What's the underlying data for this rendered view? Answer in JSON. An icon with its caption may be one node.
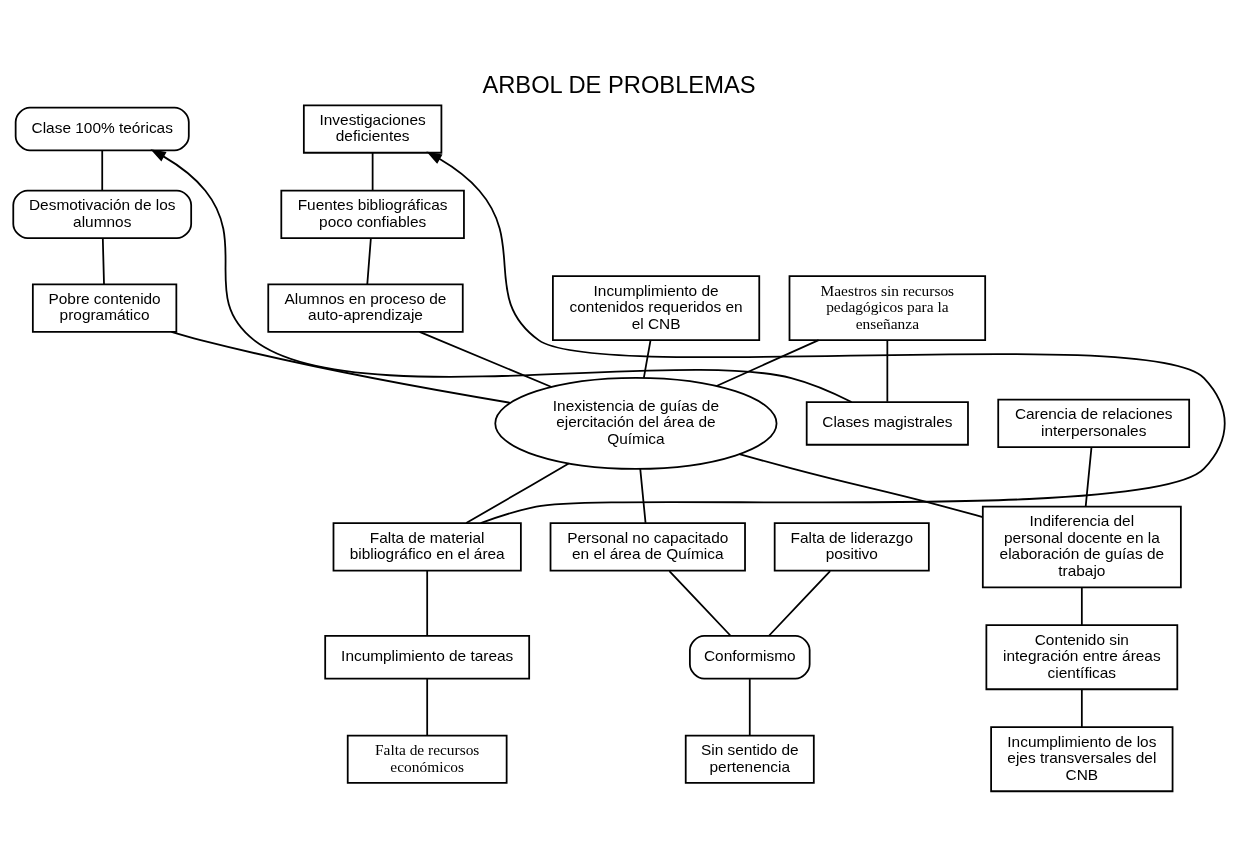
{
  "diagram": {
    "title": "ARBOL DE PROBLEMAS",
    "nodes": [
      {
        "text": [
          "Clase 100% teóricas"
        ]
      },
      {
        "text": [
          "Investigaciones deficientes"
        ]
      },
      {
        "text": [
          "Fuentes bibliográficas poco confiables"
        ]
      },
      {
        "text": [
          "Desmotivación de los alumnos"
        ]
      },
      {
        "text": [
          "Carencia de relaciones interpersonales"
        ]
      },
      {
        "text": [
          "Alumnos en proceso de auto-aprendizaje"
        ]
      },
      {
        "text": [
          "Pobre contenido programático"
        ]
      },
      {
        "text": [
          "Incumplimiento de contenidos requeridos en el CNB"
        ]
      },
      {
        "text": [
          "Inexistencia de guías de ejercitación del área de Química"
        ]
      },
      {
        "text": [
          "Indiferencia del personal docente en la elaboración de guías de trabajo"
        ]
      },
      {
        "text": [
          "Maestros sin recursos pedagógicos para la enseñanza"
        ]
      },
      {
        "text": [
          "Personal no capacitado en el área de Química"
        ]
      },
      {
        "text": [
          "Falta de material bibliográfico en el área"
        ]
      },
      {
        "text": [
          "Contenido sin integración entre áreas científicas"
        ]
      },
      {
        "text": [
          "Clases magistrales"
        ]
      },
      {
        "text": [
          "Conformismo"
        ]
      },
      {
        "text": [
          "Incumplimiento de tareas"
        ]
      },
      {
        "text": [
          "Incumplimiento de los ejes transversales del CNB"
        ]
      },
      {
        "text": [
          "Falta de liderazgo positivo"
        ]
      },
      {
        "text": [
          "Sin sentido de pertenencia"
        ]
      },
      {
        "text": [
          "Falta de recursos económicos"
        ]
      }
    ],
    "edges": [
      {
        "from": 0,
        "to": 3,
        "arrow": "none"
      },
      {
        "from": 3,
        "to": 6,
        "arrow": "none"
      },
      {
        "from": 6,
        "to": 8,
        "arrow": "none"
      },
      {
        "from": 1,
        "to": 2,
        "arrow": "none"
      },
      {
        "from": 2,
        "to": 5,
        "arrow": "none"
      },
      {
        "from": 5,
        "to": 8,
        "arrow": "none"
      },
      {
        "from": 4,
        "to": 9,
        "arrow": "none"
      },
      {
        "from": 8,
        "to": 9,
        "arrow": "none"
      },
      {
        "from": 7,
        "to": 8,
        "arrow": "none"
      },
      {
        "from": 10,
        "to": 8,
        "arrow": "none"
      },
      {
        "from": 8,
        "to": 11,
        "arrow": "none"
      },
      {
        "from": 8,
        "to": 12,
        "arrow": "none"
      },
      {
        "from": 10,
        "to": 14,
        "arrow": "none"
      },
      {
        "from": 14,
        "to": 0,
        "arrow": "to"
      },
      {
        "from": 11,
        "to": 15,
        "arrow": "none"
      },
      {
        "from": 15,
        "to": 19,
        "arrow": "none"
      },
      {
        "from": 18,
        "to": 15,
        "arrow": "none"
      },
      {
        "from": 12,
        "to": 16,
        "arrow": "none"
      },
      {
        "from": 16,
        "to": 20,
        "arrow": "none"
      },
      {
        "from": 12,
        "to": 1,
        "arrow": "to"
      },
      {
        "from": 9,
        "to": 13,
        "arrow": "none"
      },
      {
        "from": 13,
        "to": 17,
        "arrow": "none"
      }
    ]
  }
}
